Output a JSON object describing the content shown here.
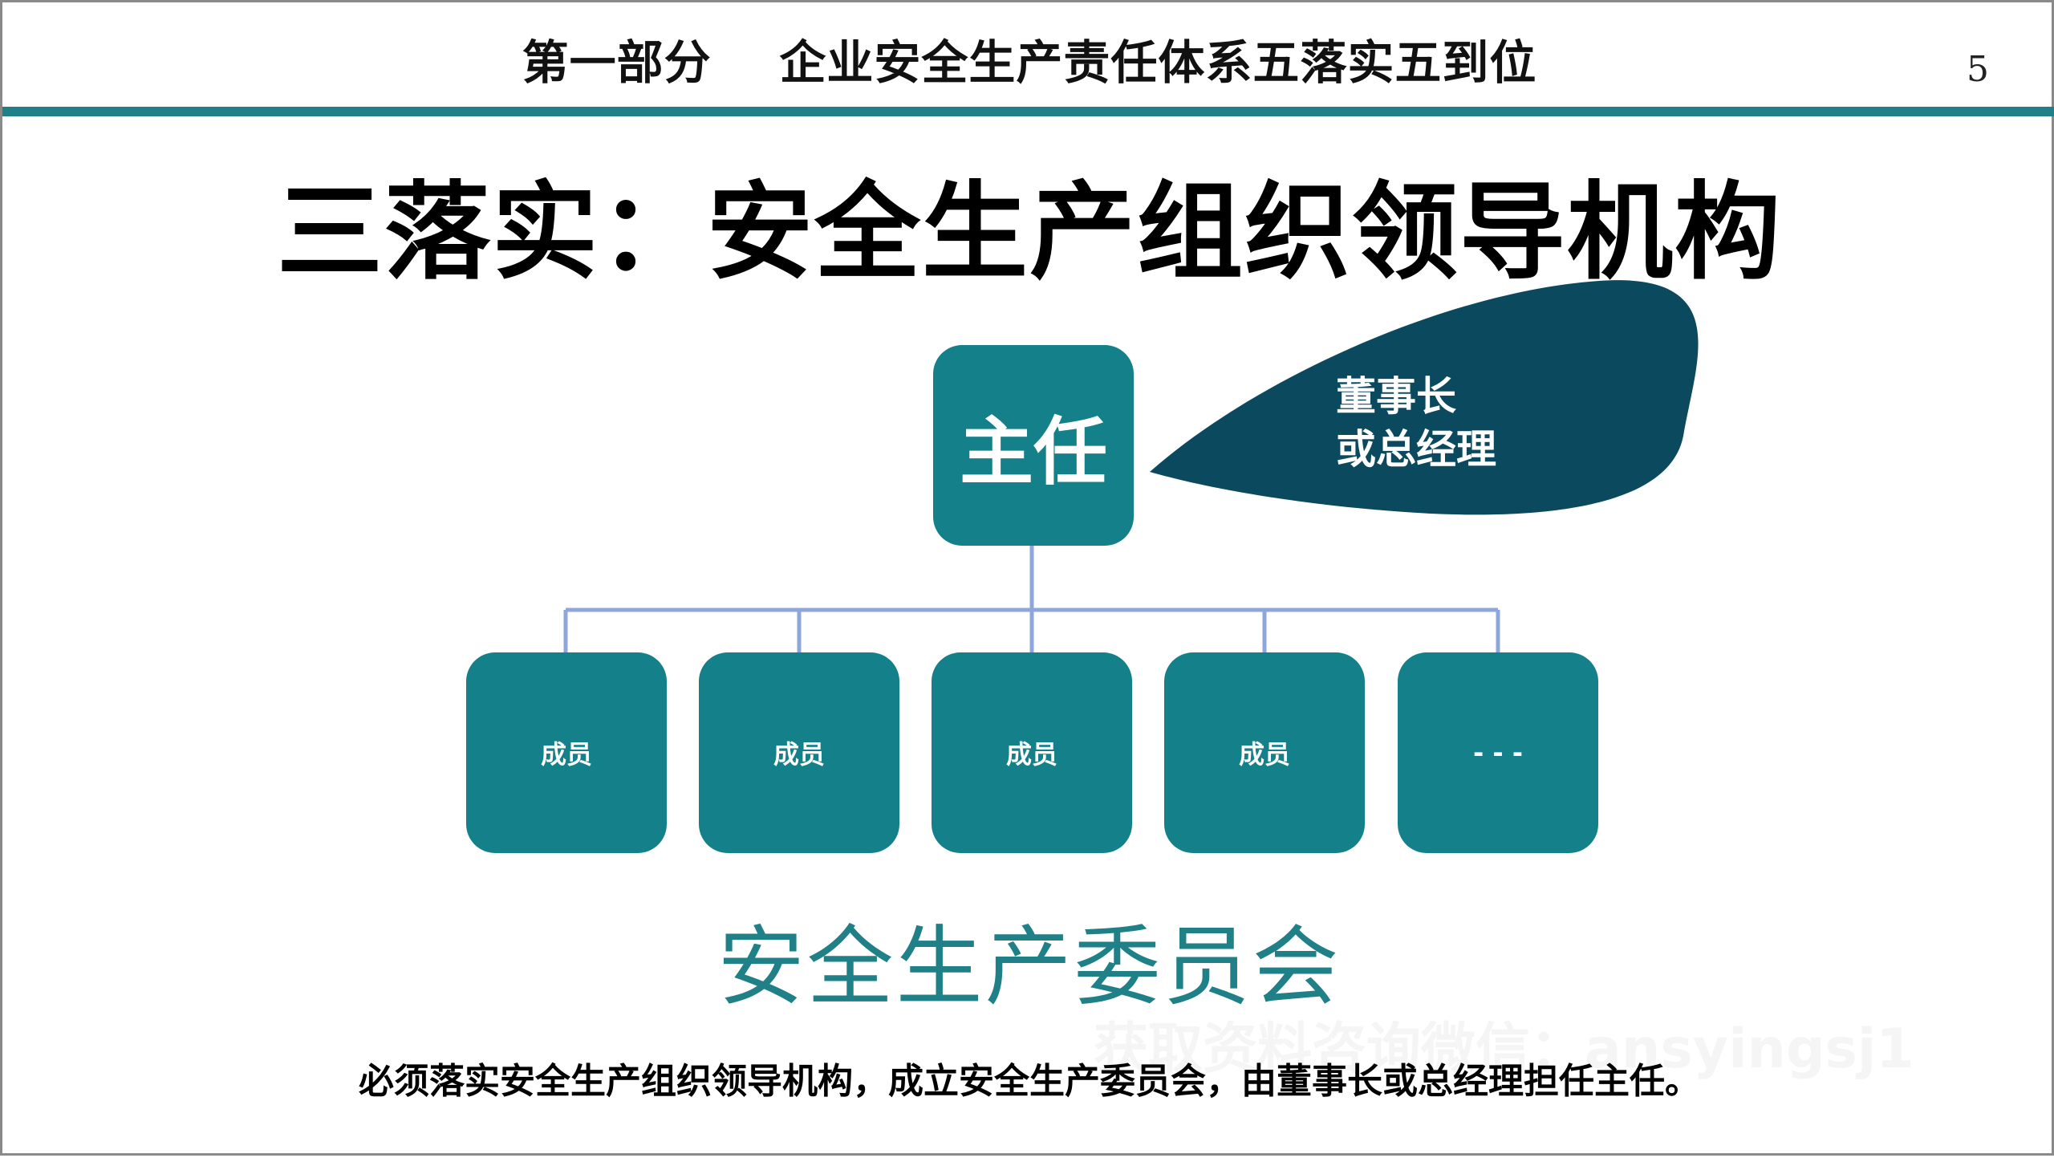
{
  "header": {
    "section_title": "第一部分    企业安全生产责任体系五落实五到位",
    "page_number": "5"
  },
  "main_title": "三落实：安全生产组织领导机构",
  "org_chart": {
    "director": "主任",
    "director_note": [
      "董事长",
      "或总经理"
    ],
    "members": [
      "成员",
      "成员",
      "成员",
      "成员",
      "- - -"
    ],
    "committee_name": "安全生产委员会"
  },
  "watermark": "获取资料咨询微信：ansyingsj1",
  "footnote": "必须落实安全生产组织领导机构，成立安全生产委员会，由董事长或总经理担任主任。",
  "colors": {
    "box_fill": "#14808a",
    "bubble_fill": "#0b4a5e",
    "connector": "#8fa6dd",
    "header_rule": "#1f8087",
    "committee_text": "#1f8087"
  }
}
